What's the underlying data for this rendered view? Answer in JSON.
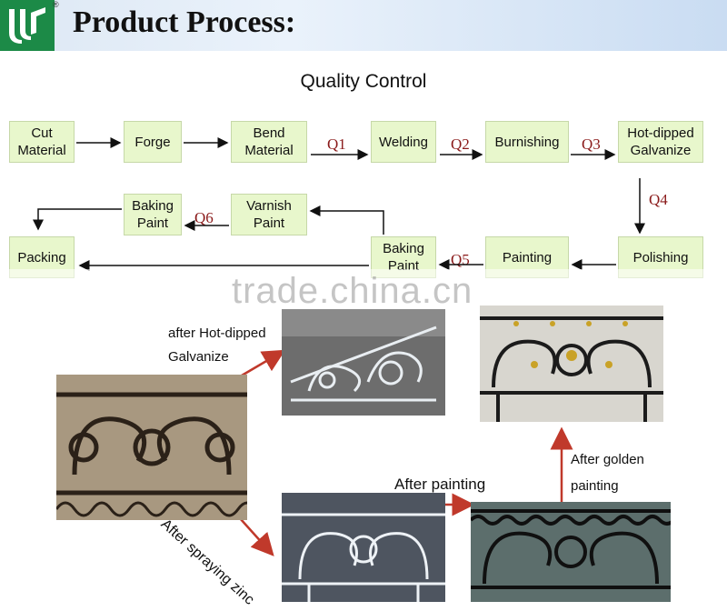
{
  "header": {
    "title": "Product Process:",
    "registered_mark": "®"
  },
  "diagram": {
    "subtitle": "Quality Control",
    "steps": [
      {
        "label": "Cut\nMaterial"
      },
      {
        "label": "Forge"
      },
      {
        "label": "Bend\nMaterial"
      },
      {
        "label": "Welding"
      },
      {
        "label": "Burnishing"
      },
      {
        "label": "Hot-dipped\nGalvanize"
      },
      {
        "label": "Polishing"
      },
      {
        "label": "Painting"
      },
      {
        "label": "Baking\nPaint"
      },
      {
        "label": "Varnish\nPaint"
      },
      {
        "label": "Baking\nPaint"
      },
      {
        "label": "Packing"
      }
    ],
    "checkpoints": [
      "Q1",
      "Q2",
      "Q3",
      "Q4",
      "Q5",
      "Q6"
    ]
  },
  "watermark": "trade.china.cn",
  "photos": {
    "labels": {
      "galvanize_line1": "after Hot-dipped",
      "galvanize_line2": "Galvanize",
      "spraying": "After spraying zinc",
      "painting": "After painting",
      "golden_line1": "After golden",
      "golden_line2": "painting"
    }
  },
  "colors": {
    "box_fill": "#e8f7cc",
    "arrow_red": "#c0392b",
    "logo_green": "#1c8a47"
  }
}
